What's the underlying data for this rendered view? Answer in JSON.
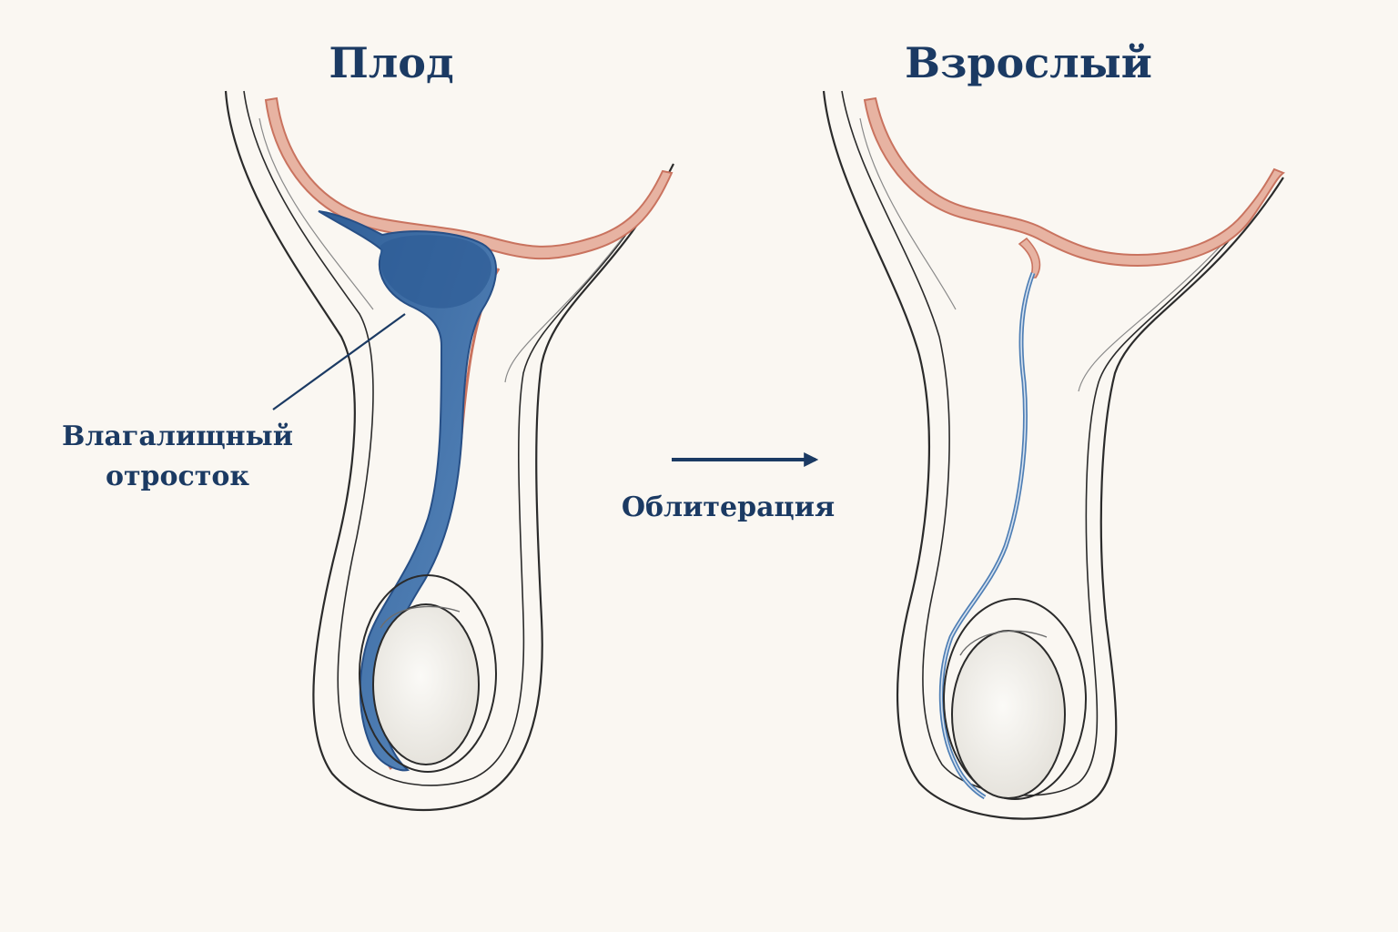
{
  "titles": {
    "fetus": "Плод",
    "adult": "Взрослый"
  },
  "labels": {
    "processus_line1": "Влагалищный",
    "processus_line2": "отросток",
    "obliteration": "Облитерация"
  },
  "colors": {
    "background": "#faf7f2",
    "text": "#1b3a63",
    "outline": "#2b2b2b",
    "peritoneum": "#c9735f",
    "peritoneum_fill": "#e7b3a2",
    "processus_fill": "#4f7fb5",
    "processus_dark": "#274f86",
    "testis_fill": "#f1efea"
  }
}
